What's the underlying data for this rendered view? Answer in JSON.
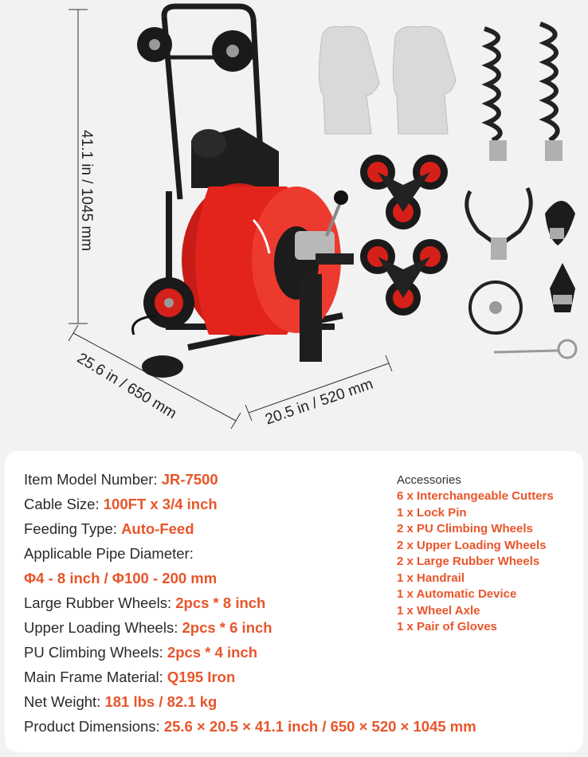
{
  "dimensions": {
    "height": "41.1 in / 1045 mm",
    "depth": "25.6 in / 650 mm",
    "width": "20.5 in / 520 mm"
  },
  "colors": {
    "accent": "#e8552a",
    "drum_red": "#e3241c",
    "frame_black": "#1c1c1c"
  },
  "specs": [
    {
      "label": "Item Model Number: ",
      "value": "JR-7500"
    },
    {
      "label": "Cable Size: ",
      "value": "100FT x 3/4 inch"
    },
    {
      "label": "Feeding Type: ",
      "value": "Auto-Feed"
    },
    {
      "label": "Applicable Pipe Diameter:",
      "value": ""
    },
    {
      "label": "",
      "value": "Φ4 - 8 inch / Φ100 - 200 mm"
    },
    {
      "label": "Large Rubber Wheels: ",
      "value": "2pcs * 8 inch"
    },
    {
      "label": "Upper Loading Wheels: ",
      "value": "2pcs * 6 inch"
    },
    {
      "label": "PU Climbing Wheels: ",
      "value": "2pcs * 4 inch"
    },
    {
      "label": "Main Frame Material: ",
      "value": "Q195 Iron"
    },
    {
      "label": "Net Weight: ",
      "value": "181 lbs / 82.1 kg"
    },
    {
      "label": "Product Dimensions: ",
      "value": "25.6 × 20.5 × 41.1 inch / 650 × 520 × 1045 mm"
    }
  ],
  "accessories": {
    "title": "Accessories",
    "items": [
      "6 x Interchangeable Cutters",
      "1 x Lock Pin",
      "2 x PU Climbing Wheels",
      "2 x Upper Loading Wheels",
      "2 x Large Rubber Wheels",
      "1 x Handrail",
      "1 x Automatic Device",
      "1 x Wheel Axle",
      "1 x Pair of Gloves"
    ]
  }
}
